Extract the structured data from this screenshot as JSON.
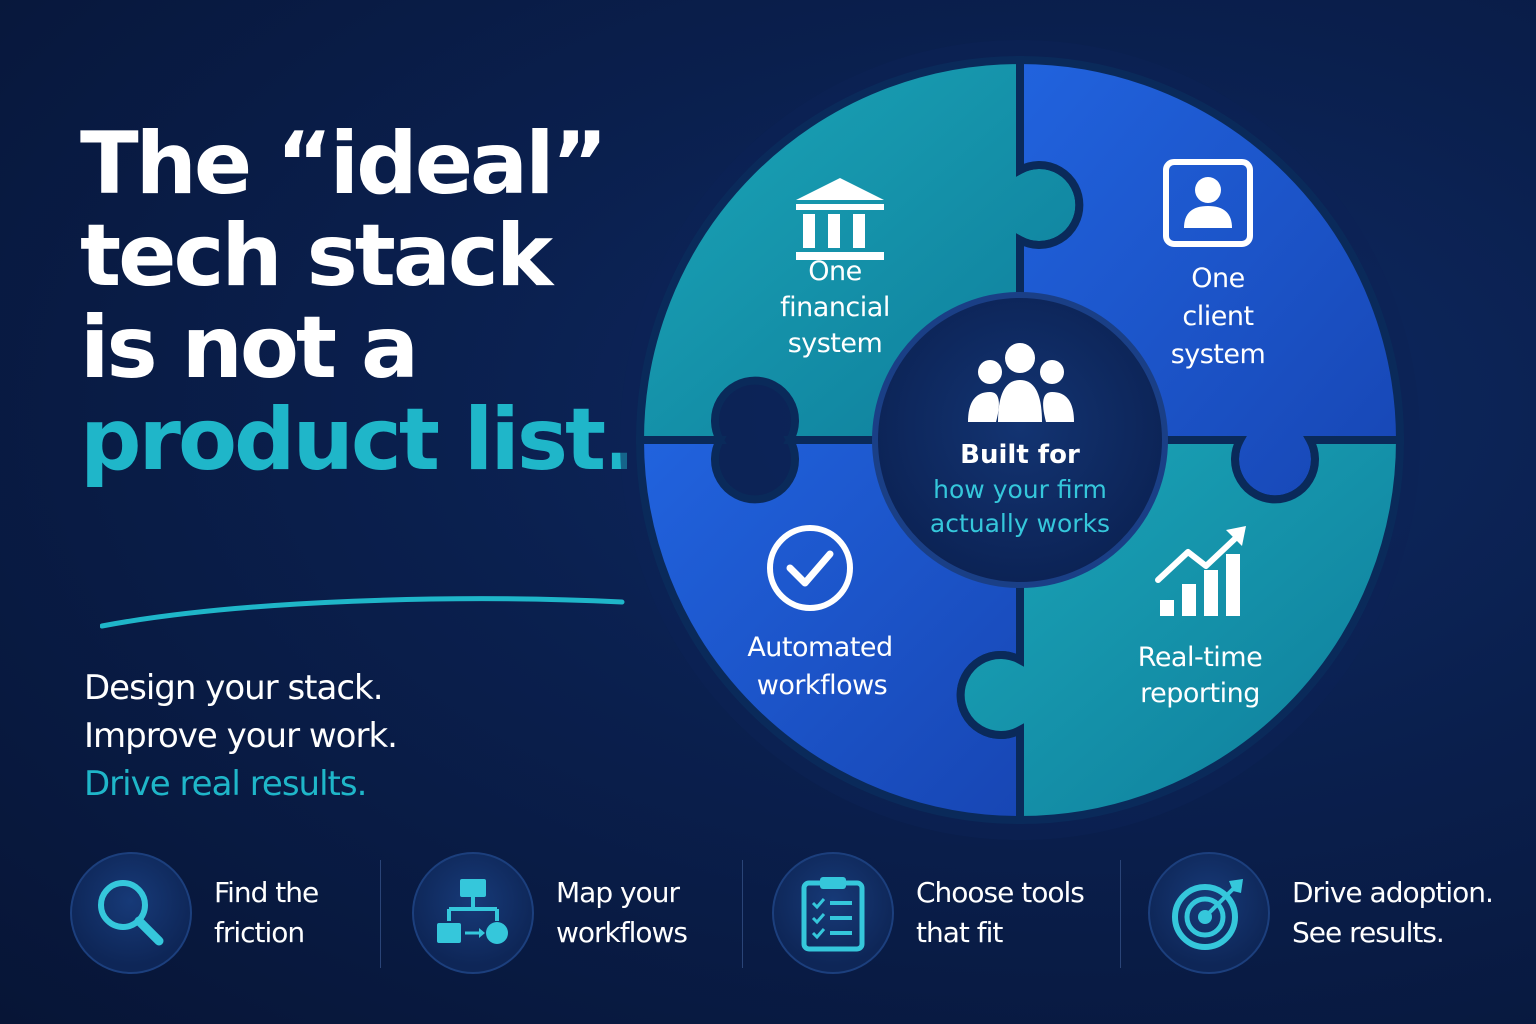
{
  "headline": {
    "line1": "The “ideal”",
    "line2": "tech stack",
    "line3": "is not a",
    "line4": "product list."
  },
  "tagline": {
    "line1": "Design your stack.",
    "line2": "Improve your work.",
    "line3": "Drive real results."
  },
  "puzzle": {
    "financial": {
      "icon": "bank-icon",
      "line1": "One",
      "line2": "financial",
      "line3": "system"
    },
    "client": {
      "icon": "user-profile-icon",
      "line1": "One",
      "line2": "client",
      "line3": "system"
    },
    "automated": {
      "icon": "check-circle-icon",
      "line1": "Automated",
      "line2": "workflows"
    },
    "reporting": {
      "icon": "growth-chart-icon",
      "line1": "Real-time",
      "line2": "reporting"
    },
    "center": {
      "icon": "team-icon",
      "title": "Built for",
      "sub1": "how your firm",
      "sub2": "actually works"
    }
  },
  "steps": [
    {
      "icon": "magnifier-icon",
      "line1": "Find the",
      "line2": "friction"
    },
    {
      "icon": "flowchart-icon",
      "line1": "Map your",
      "line2": "workflows"
    },
    {
      "icon": "clipboard-checklist-icon",
      "line1": "Choose tools",
      "line2": "that fit"
    },
    {
      "icon": "target-icon",
      "line1": "Drive adoption.",
      "line2": "See results."
    }
  ],
  "colors": {
    "background": "#0a1f4d",
    "accent_teal": "#1fb6c9",
    "piece_teal": "#1491a8",
    "piece_blue": "#1e56d0"
  }
}
